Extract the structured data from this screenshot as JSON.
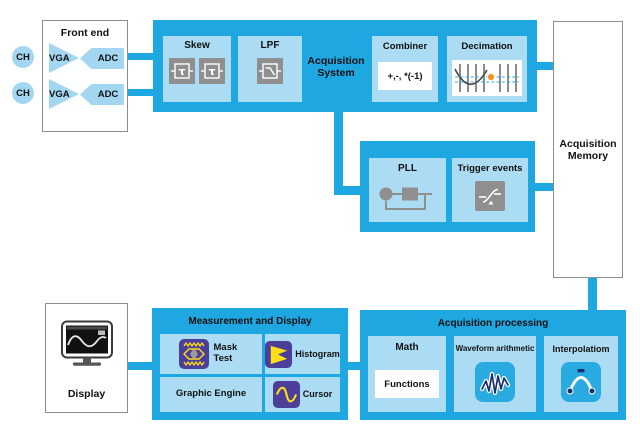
{
  "front_end": {
    "title": "Front end",
    "channels": [
      {
        "ch": "CH",
        "vga": "VGA",
        "adc": "ADC"
      },
      {
        "ch": "CH",
        "vga": "VGA",
        "adc": "ADC"
      }
    ]
  },
  "acquisition_system": {
    "label": "Acquisition System",
    "skew_title": "Skew",
    "lpf_title": "LPF",
    "combiner_title": "Combiner",
    "combiner_ops": "+,-, *(-1)",
    "decimation_title": "Decimation"
  },
  "acquisition_memory": {
    "label": "Acquisition Memory"
  },
  "trigger_block": {
    "pll_title": "PLL",
    "trigger_title": "Trigger events"
  },
  "measurement_display": {
    "title": "Measurement and Display",
    "mask_test": "Mask Test",
    "graphic_engine": "Graphic Engine",
    "histogram": "Histogram",
    "cursor": "Cursor"
  },
  "acquisition_processing": {
    "title": "Acquisition processing",
    "math_title": "Math",
    "math_functions": "Functions",
    "waveform_title": "Waveform arithmetic",
    "interpolation_title": "Interpolatiom"
  },
  "display_unit": {
    "label": "Display"
  },
  "icons": {
    "tau_symbol": "τ",
    "skew": "tau-delay-icon",
    "lpf": "low-pass-filter-icon",
    "decimation": "sampled-curve-icon",
    "pll": "pll-loop-icon",
    "trigger": "trigger-slope-icon",
    "mask_test": "mask-test-icon",
    "histogram": "histogram-icon",
    "cursor": "cursor-waveform-icon",
    "waveform_arithmetic": "waveform-icon",
    "interpolation": "interpolation-curve-icon",
    "display": "monitor-icon"
  },
  "colors": {
    "block_cyan": "#1ea7e1",
    "panel_blue": "#abdcf4",
    "shape_blue": "#a3d6f0",
    "icon_gray": "#8f8f8f",
    "icon_purple": "#4c3f99",
    "icon_yellow": "#ffde17",
    "accent_navy": "#1b2e6b",
    "dot_orange": "#f7941e"
  }
}
